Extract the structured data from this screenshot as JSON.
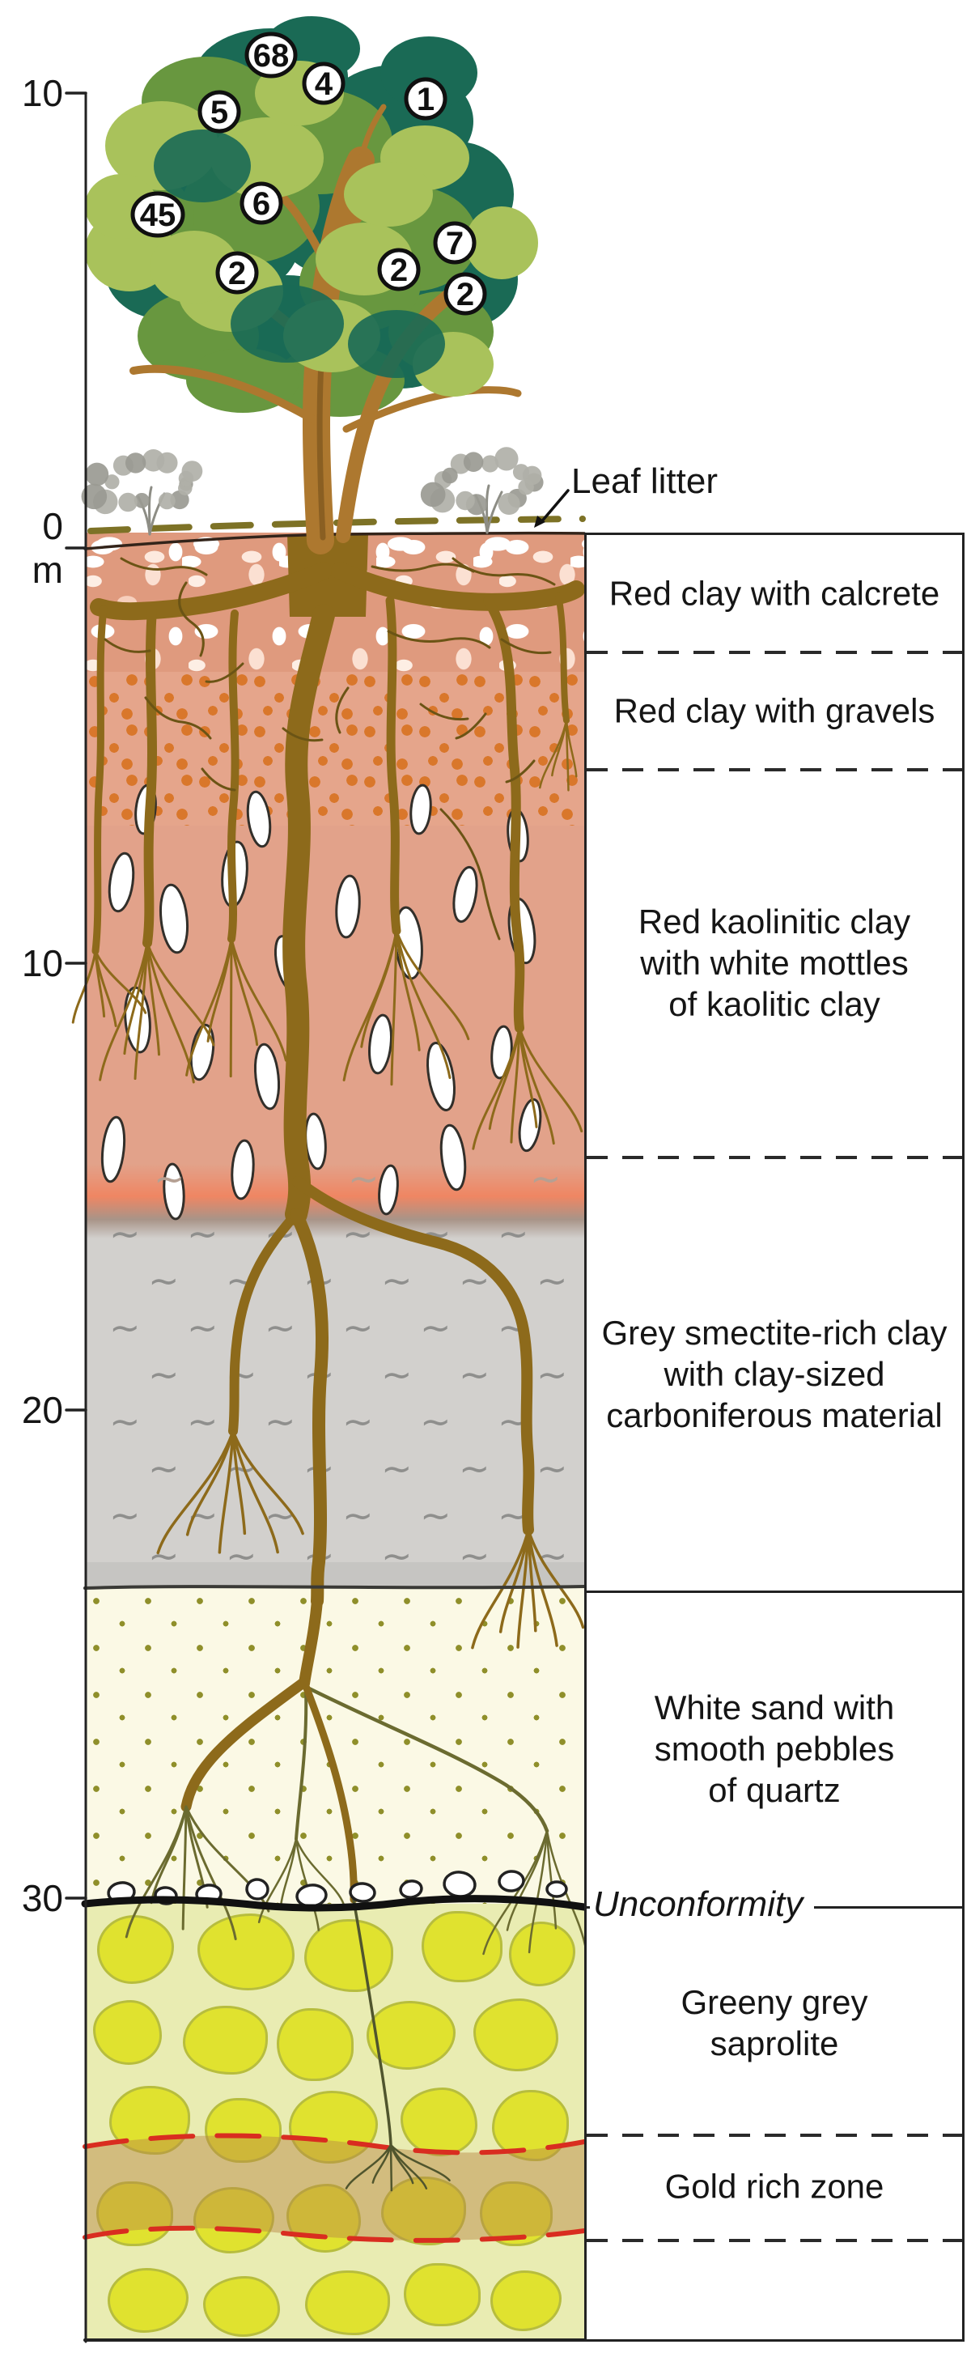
{
  "figure": {
    "leaf_litter_label": "Leaf litter",
    "unconformity_label": "Unconformity"
  },
  "axis": {
    "ticks": [
      {
        "label": "10"
      },
      {
        "label": "0 m"
      },
      {
        "label": "10"
      },
      {
        "label": "20"
      },
      {
        "label": "30"
      }
    ]
  },
  "tree": {
    "badges": [
      "68",
      "4",
      "1",
      "5",
      "45",
      "6",
      "7",
      "2",
      "2",
      "2"
    ]
  },
  "layers": [
    {
      "label": "Red clay with calcrete"
    },
    {
      "label": "Red clay with gravels"
    },
    {
      "label": "Red kaolinitic clay with white mottles of kaolitic clay"
    },
    {
      "label": "Grey smectite-rich clay with clay-sized carboniferous material"
    },
    {
      "label": "White sand with smooth pebbles of quartz"
    },
    {
      "label": "Greeny grey saprolite"
    },
    {
      "label": "Gold rich zone"
    }
  ],
  "colors": {
    "crown_dark": "#1a6a55",
    "crown_mid": "#68973f",
    "crown_light": "#a9c25b",
    "trunk": "#ad782f",
    "root": "#8d6a1b",
    "deep_root": "#50552d",
    "calcrete_bg": "#df9a7e",
    "gravel_dot": "#d9772b",
    "kaolin_bg": "#e2a28a",
    "smectite_bg": "#d2d0cd",
    "sand_bg": "#fbf9e5",
    "saprolite_bg": "#e9ecb2",
    "saprolite_blob": "#e0e22f",
    "gold_band": "rgba(187,135,70,0.48)",
    "gold_dash": "#d92d20"
  }
}
